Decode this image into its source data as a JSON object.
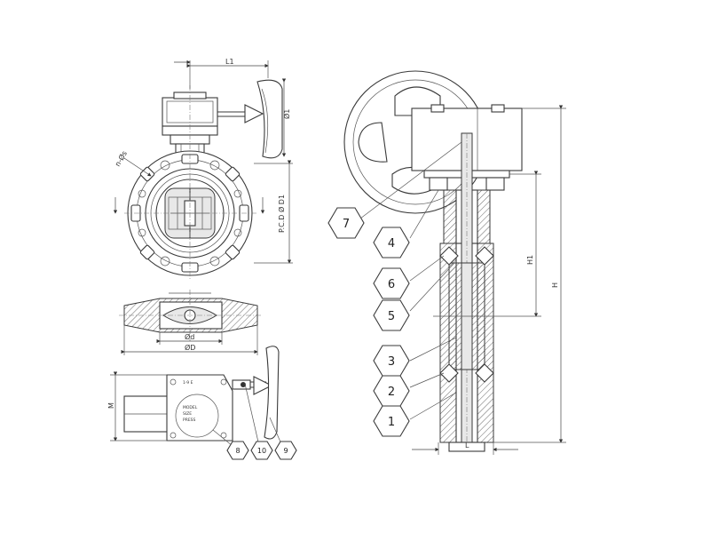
{
  "dimensions": {
    "L1": "L1",
    "D1": "Ø1",
    "PCD": "P.C.D Ø D1",
    "d": "Ød",
    "D": "ØD",
    "M": "M",
    "H1": "H1",
    "H": "H",
    "L": "L",
    "bolt": "n-Øs"
  },
  "plate_text": {
    "top": "1·9 E",
    "line1": "MODEL",
    "line2": "SIZE",
    "line3": "PRESS"
  },
  "callouts_large": [
    "1",
    "2",
    "3",
    "5",
    "6",
    "4",
    "7"
  ],
  "callouts_small": [
    "8",
    "10",
    "9"
  ]
}
